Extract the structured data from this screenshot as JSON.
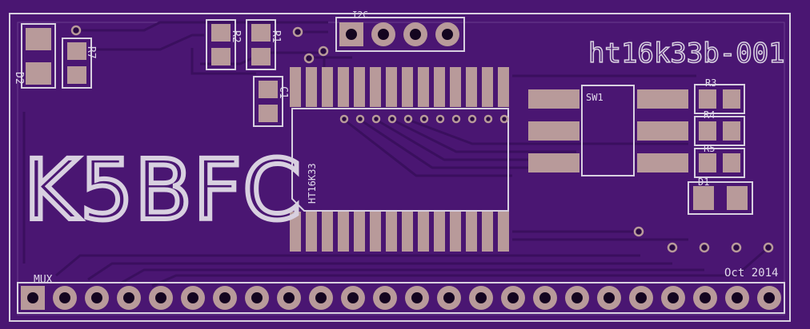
{
  "board": {
    "title": "ht16k33b-001",
    "callsign": "K5BFC",
    "date": "Oct 2014"
  },
  "labels": {
    "d2": "D2",
    "r7": "R7",
    "r2": "R2",
    "r1": "R1",
    "c1": "C1",
    "ic_top": "I2C",
    "sw1": "SW1",
    "r3": "R3",
    "r4": "R4",
    "r5": "R5",
    "d1": "D1",
    "chip": "HT16K33",
    "mux": "MUX"
  },
  "colors": {
    "board": "#4a1672",
    "silkscreen": "#d8d0e0",
    "copper_pad": "#b89a9a",
    "trace": "#3a0f5e"
  }
}
